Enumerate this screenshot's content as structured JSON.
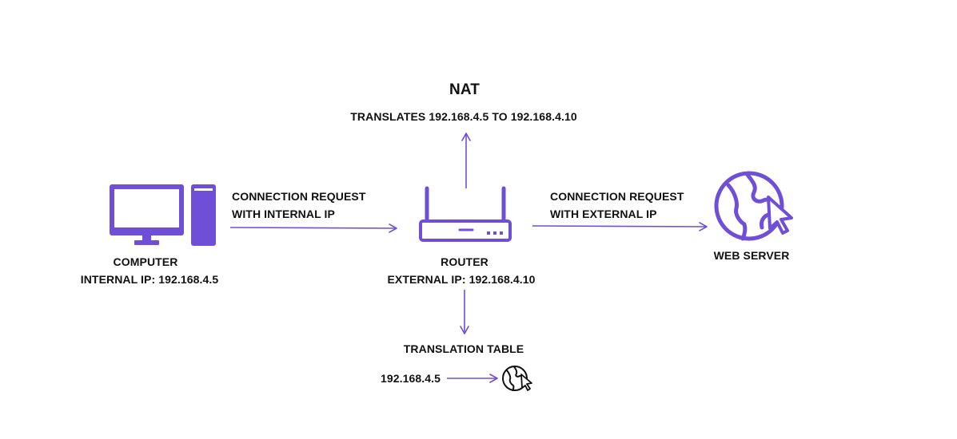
{
  "nat": {
    "title": "NAT",
    "description": "TRANSLATES 192.168.4.5 TO 192.168.4.10"
  },
  "computer": {
    "name": "COMPUTER",
    "ip_line": "INTERNAL IP: 192.168.4.5"
  },
  "router": {
    "name": "ROUTER",
    "ip_line": "EXTERNAL IP: 192.168.4.10"
  },
  "web_server": {
    "name": "WEB SERVER"
  },
  "links": {
    "internal_line1": "CONNECTION REQUEST",
    "internal_line2": "WITH INTERNAL IP",
    "external_line1": "CONNECTION REQUEST",
    "external_line2": "WITH EXTERNAL IP"
  },
  "translation_table": {
    "title": "TRANSLATION TABLE",
    "entry": "192.168.4.5"
  },
  "colors": {
    "accent": "#6f4fd8",
    "text": "#111111",
    "background": "#ffffff"
  },
  "icons": {
    "computer": "desktop-computer-icon",
    "router": "router-icon",
    "web_server": "globe-cursor-icon",
    "table_entry": "globe-cursor-icon"
  }
}
